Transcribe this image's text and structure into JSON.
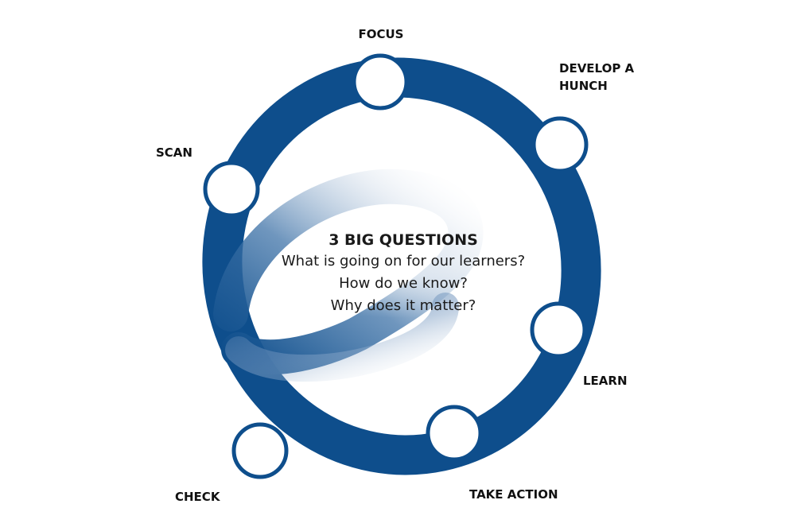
{
  "colors": {
    "ring": "#0e4e8c",
    "node_fill": "#ffffff",
    "background": "#ffffff"
  },
  "stages": {
    "focus": "FOCUS",
    "develop_line1": "DEVELOP A",
    "develop_line2": "HUNCH",
    "learn": "LEARN",
    "take_action": "TAKE ACTION",
    "check": "CHECK",
    "scan": "SCAN"
  },
  "center": {
    "title": "3 BIG QUESTIONS",
    "question_1": "What is going on for our learners?",
    "question_2": "How do we know?",
    "question_3": "Why does it matter?"
  }
}
